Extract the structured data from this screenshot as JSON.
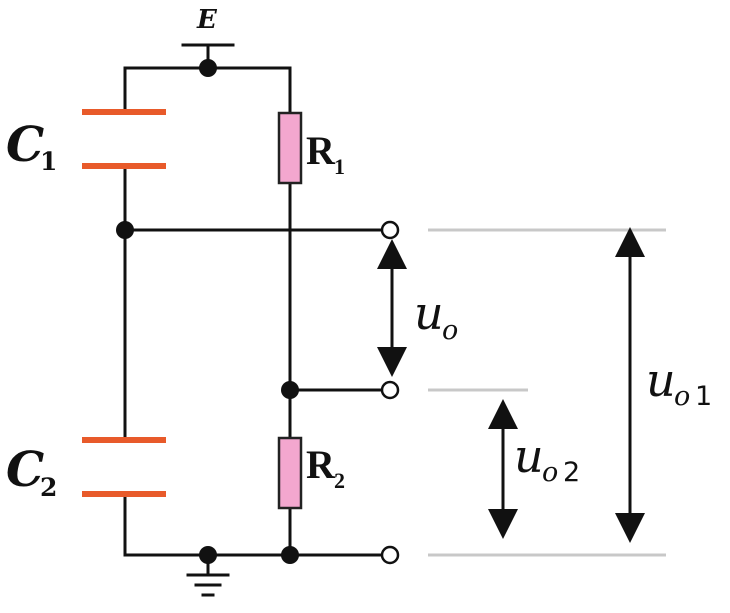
{
  "labels": {
    "source": "E",
    "c1_main": "C",
    "c1_sub": "1",
    "c2_main": "C",
    "c2_sub": "2",
    "r1_main": "R",
    "r1_sub": "1",
    "r2_main": "R",
    "r2_sub": "2",
    "uo_main": "u",
    "uo_sub": "o",
    "uo1_main": "u",
    "uo1_sub_letter": "o",
    "uo1_sub_num": "1",
    "uo2_main": "u",
    "uo2_sub_letter": "o",
    "uo2_sub_num": "2"
  },
  "colors": {
    "wire": "#111111",
    "capacitor_plate": "#e85a2a",
    "resistor_fill": "#f3a7cf",
    "guide_line": "#c8c8c8",
    "terminal_fill": "#ffffff"
  }
}
